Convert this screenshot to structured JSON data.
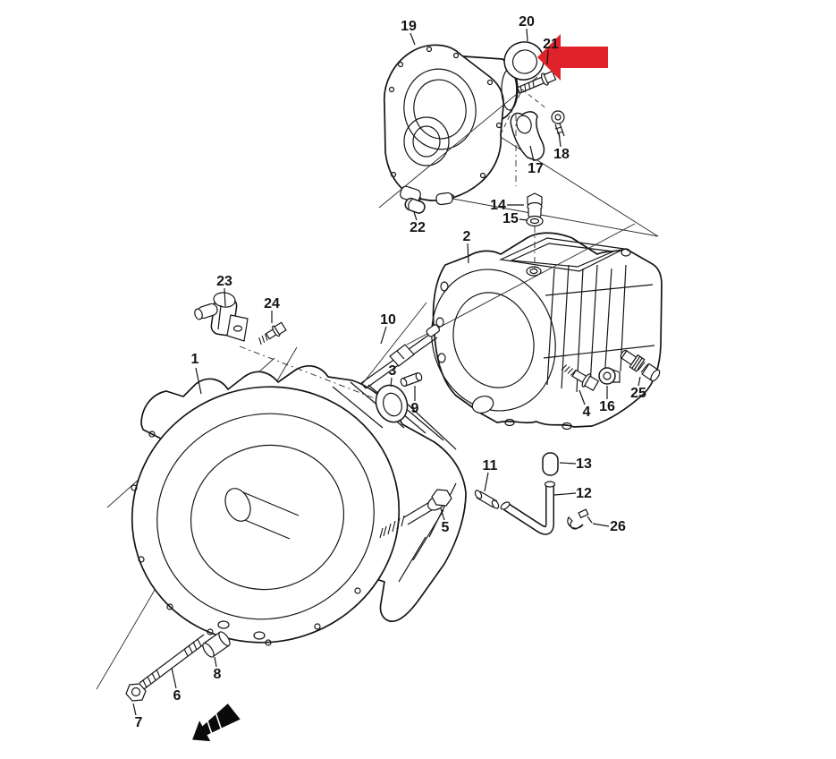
{
  "diagram": {
    "kind": "exploded-parts-diagram",
    "subject": "transmission case assembly",
    "background_color": "#ffffff",
    "line_color": "#151515",
    "highlight_arrow": {
      "color": "#e0222a",
      "shape": "left-pointing-arrow",
      "near_part_numbers": [
        "20",
        "21"
      ]
    },
    "forward_marker": {
      "color": "#0a0a0a",
      "shape": "solid-3d-arrow"
    }
  },
  "part_labels": [
    {
      "number": "1"
    },
    {
      "number": "2"
    },
    {
      "number": "3"
    },
    {
      "number": "4"
    },
    {
      "number": "5"
    },
    {
      "number": "6"
    },
    {
      "number": "7"
    },
    {
      "number": "8"
    },
    {
      "number": "9"
    },
    {
      "number": "10"
    },
    {
      "number": "11"
    },
    {
      "number": "12"
    },
    {
      "number": "13"
    },
    {
      "number": "14"
    },
    {
      "number": "15"
    },
    {
      "number": "16"
    },
    {
      "number": "17"
    },
    {
      "number": "18"
    },
    {
      "number": "19"
    },
    {
      "number": "20"
    },
    {
      "number": "21"
    },
    {
      "number": "22"
    },
    {
      "number": "23"
    },
    {
      "number": "24"
    },
    {
      "number": "25"
    },
    {
      "number": "26"
    }
  ]
}
